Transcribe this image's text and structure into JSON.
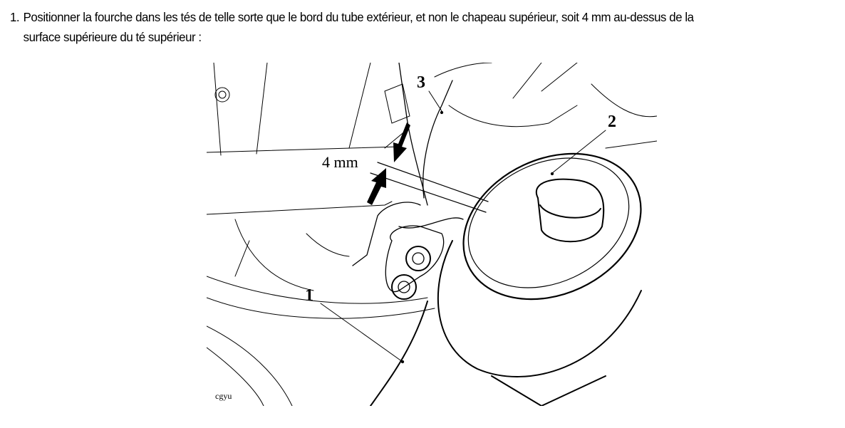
{
  "instruction": {
    "number": "1.",
    "line1": "Positionner la fourche dans les tés de telle sorte que le bord du tube extérieur, et non le chapeau supérieur, soit 4 mm au-dessus de la",
    "line2": "surface supérieure du té supérieur :"
  },
  "figure": {
    "callouts": [
      "1",
      "2",
      "3"
    ],
    "dimension": "4 mm",
    "code": "cgyu"
  }
}
